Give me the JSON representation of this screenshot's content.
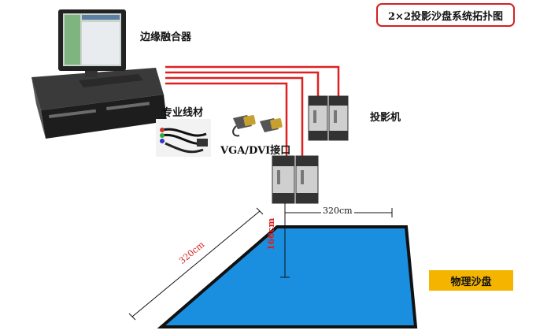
{
  "title": "2×2投影沙盘系统拓扑图",
  "labels": {
    "fusion_unit": "边缘融合器",
    "cable": "专业线材",
    "interface": "VGA/DVI接口",
    "projector": "投影机",
    "sandtable": "物理沙盘"
  },
  "dimensions": {
    "width_top": "320cm",
    "width_side": "320cm",
    "height": "160cm"
  },
  "colors": {
    "sandtable_fill": "#1a8fe0",
    "cable_lines": "#e02020",
    "title_border": "#d61f1f",
    "tag_fill": "#f4b400"
  }
}
